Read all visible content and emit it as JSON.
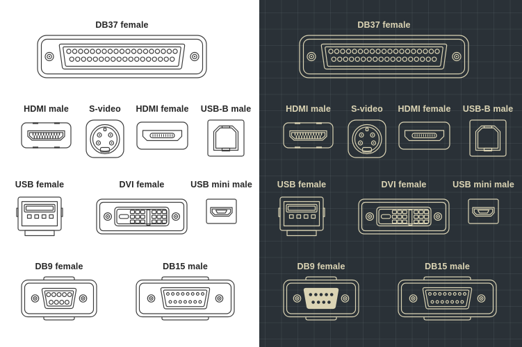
{
  "panels": [
    {
      "id": "light",
      "style_name": "line-art on white"
    },
    {
      "id": "dark",
      "style_name": "blueprint on dark grid"
    }
  ],
  "connectors": [
    {
      "id": "db37-female",
      "label": "DB37 female"
    },
    {
      "id": "hdmi-male",
      "label": "HDMI male"
    },
    {
      "id": "s-video",
      "label": "S-video"
    },
    {
      "id": "hdmi-female",
      "label": "HDMI female"
    },
    {
      "id": "usb-b-male",
      "label": "USB-B male"
    },
    {
      "id": "usb-female",
      "label": "USB female"
    },
    {
      "id": "dvi-female",
      "label": "DVI female"
    },
    {
      "id": "usb-mini-male",
      "label": "USB mini male"
    },
    {
      "id": "db9-female",
      "label": "DB9 female"
    },
    {
      "id": "db15-male",
      "label": "DB15 male"
    }
  ],
  "colors": {
    "light_background": "#ffffff",
    "light_line": "#3d3d3d",
    "light_text": "#262626",
    "dark_background": "#2a3137",
    "dark_grid": "#353e45",
    "dark_line": "#dbd4b4",
    "dark_text": "#dbd4b4"
  }
}
